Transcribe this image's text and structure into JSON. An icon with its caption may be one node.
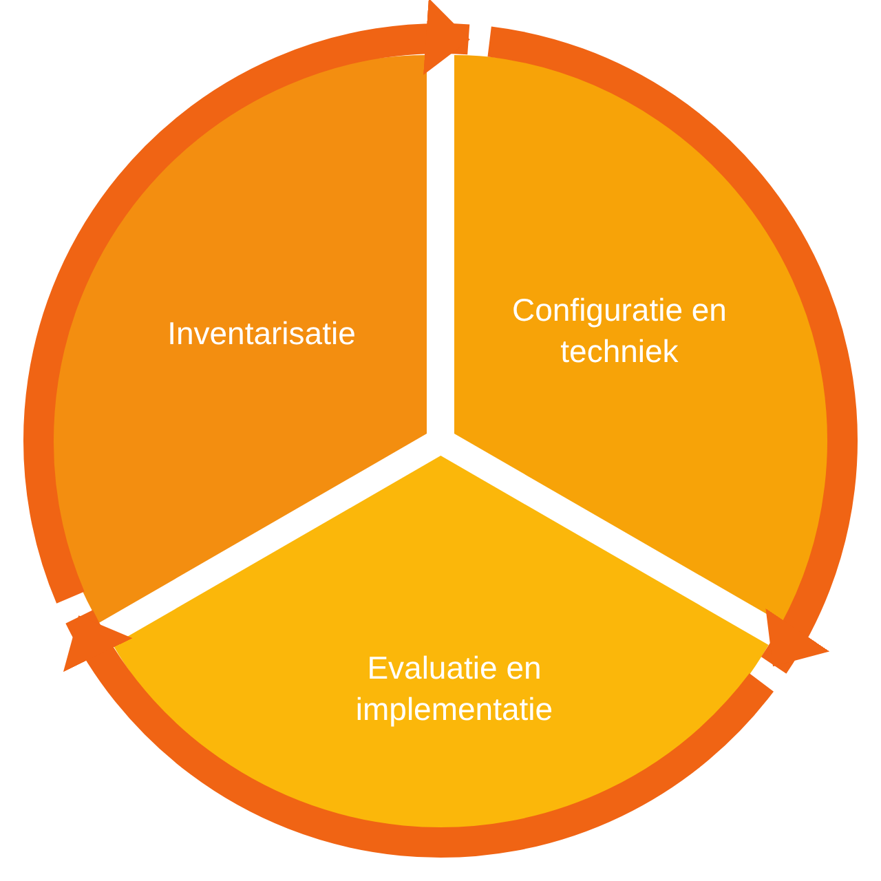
{
  "diagram": {
    "nodes": [
      {
        "text": [
          "Inventarisatie"
        ]
      },
      {
        "text": [
          "Configuratie en techniek"
        ]
      },
      {
        "text": [
          "Evaluatie en implementatie"
        ]
      }
    ],
    "edges": [
      {
        "from": 0,
        "to": 1,
        "arrow": "to"
      },
      {
        "from": 1,
        "to": 2,
        "arrow": "to"
      },
      {
        "from": 2,
        "to": 0,
        "arrow": "to"
      }
    ]
  }
}
